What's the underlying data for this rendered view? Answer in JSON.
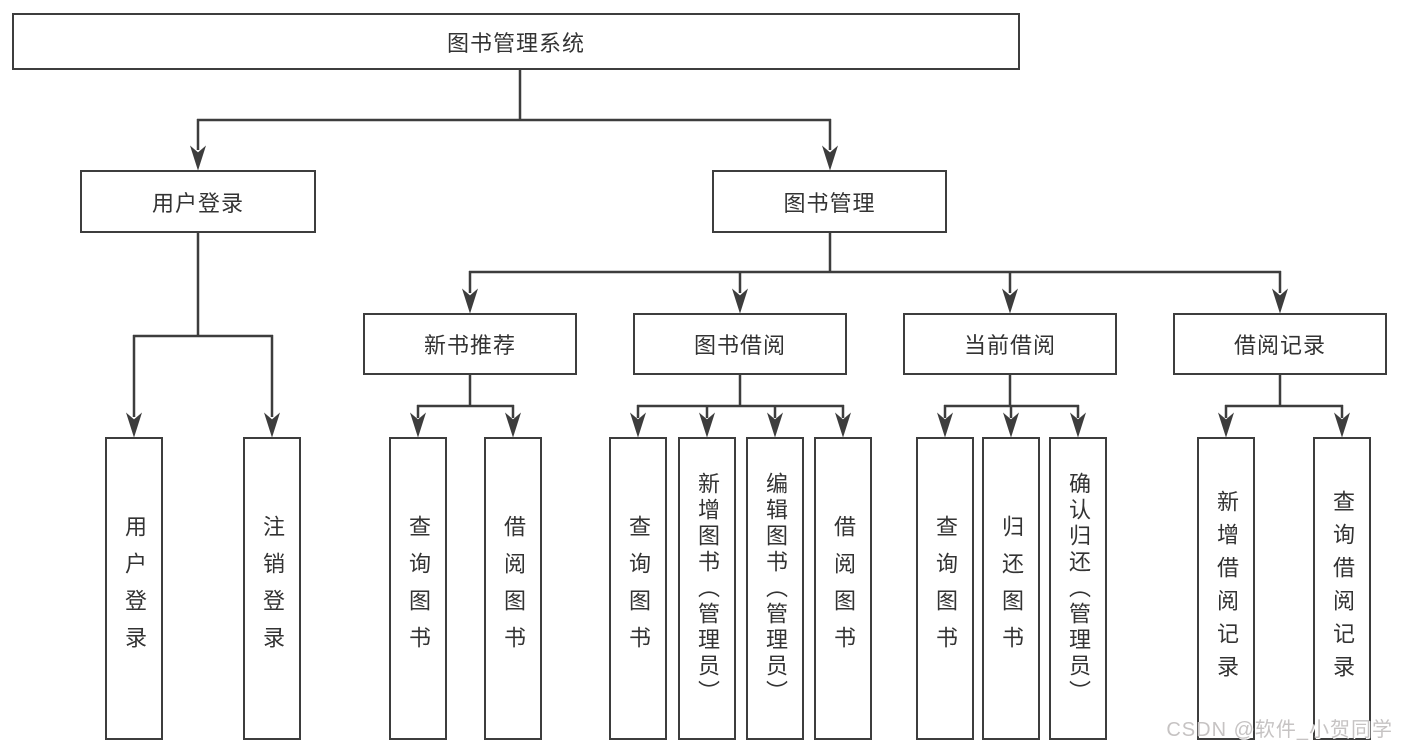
{
  "tree": {
    "root": {
      "label": "图书管理系统"
    },
    "branches": [
      {
        "label": "用户登录",
        "children": [
          {
            "label": "用户登录"
          },
          {
            "label": "注销登录"
          }
        ]
      },
      {
        "label": "图书管理",
        "children": [
          {
            "label": "新书推荐",
            "children": [
              {
                "label": "查询图书"
              },
              {
                "label": "借阅图书"
              }
            ]
          },
          {
            "label": "图书借阅",
            "children": [
              {
                "label": "查询图书"
              },
              {
                "label": "新增图书（管理员）"
              },
              {
                "label": "编辑图书（管理员）"
              },
              {
                "label": "借阅图书"
              }
            ]
          },
          {
            "label": "当前借阅",
            "children": [
              {
                "label": "查询图书"
              },
              {
                "label": "归还图书"
              },
              {
                "label": "确认归还（管理员）"
              }
            ]
          },
          {
            "label": "借阅记录",
            "children": [
              {
                "label": "新增借阅记录"
              },
              {
                "label": "查询借阅记录"
              }
            ]
          }
        ]
      }
    ]
  },
  "watermark": "CSDN @软件_小贺同学",
  "colors": {
    "line": "#3d3d3d",
    "text": "#333333",
    "box_fill": "#ffffff",
    "background": "#ffffff",
    "watermark": "#c6c3c3"
  }
}
